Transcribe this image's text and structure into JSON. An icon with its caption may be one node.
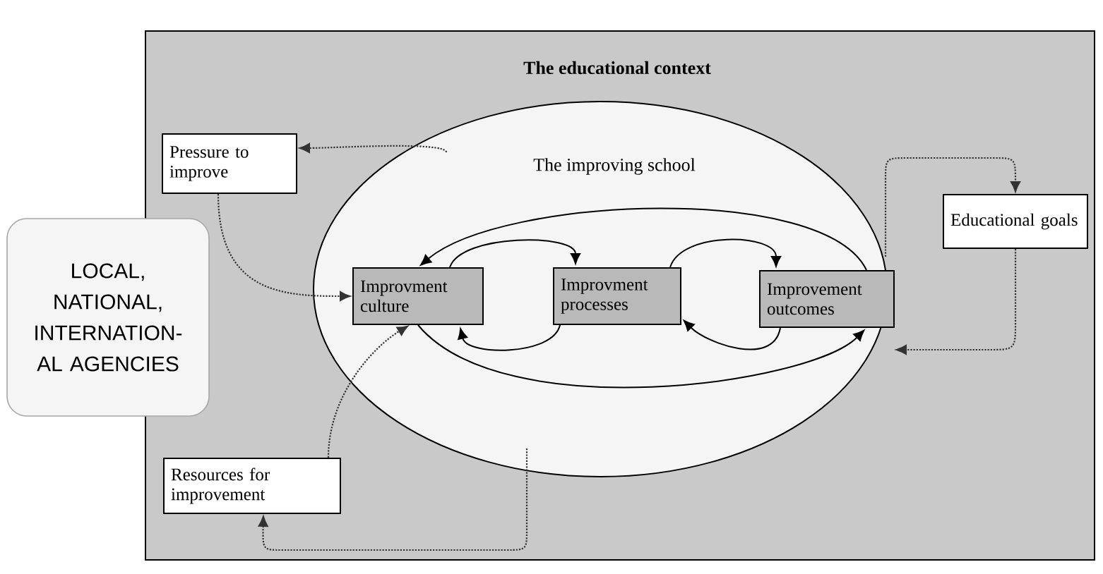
{
  "diagram": {
    "nodes": [
      {
        "text": [
          "The educational context"
        ]
      },
      {
        "text": [
          "The improving school"
        ],
        "in": 0
      },
      {
        "text": [
          "Pressure to improve"
        ],
        "in": 0
      },
      {
        "text": [
          "Improvment culture"
        ],
        "in": 1
      },
      {
        "text": [
          "Improvment processes"
        ],
        "in": 1
      },
      {
        "text": [
          "Improvement outcomes"
        ],
        "in": 1
      },
      {
        "text": [
          "Educational goals"
        ],
        "in": 0
      },
      {
        "text": [
          "LOCAL, NATIONAL, INTERNATION- AL AGENCIES"
        ]
      },
      {
        "text": [
          "Resources for improvement"
        ],
        "in": 0
      }
    ],
    "edges": [
      {
        "from": 3,
        "to": 4,
        "arrow": "to"
      },
      {
        "from": 4,
        "to": 3,
        "arrow": "to"
      },
      {
        "from": 4,
        "to": 5,
        "arrow": "to"
      },
      {
        "from": 5,
        "to": 4,
        "arrow": "to"
      },
      {
        "from": 5,
        "to": 3,
        "arrow": "to"
      },
      {
        "from": 3,
        "to": 5,
        "arrow": "to"
      },
      {
        "from": 1,
        "to": 2,
        "arrow": "to",
        "style": "dashed"
      },
      {
        "from": 2,
        "to": 3,
        "arrow": "to",
        "style": "dashed"
      },
      {
        "from": 1,
        "to": 6,
        "arrow": "to",
        "style": "dashed"
      },
      {
        "from": 6,
        "to": 1,
        "arrow": "to",
        "style": "dashed"
      },
      {
        "from": 8,
        "to": 3,
        "arrow": "to",
        "style": "dashed"
      },
      {
        "from": 1,
        "to": 8,
        "arrow": "to",
        "style": "dashed"
      }
    ]
  }
}
